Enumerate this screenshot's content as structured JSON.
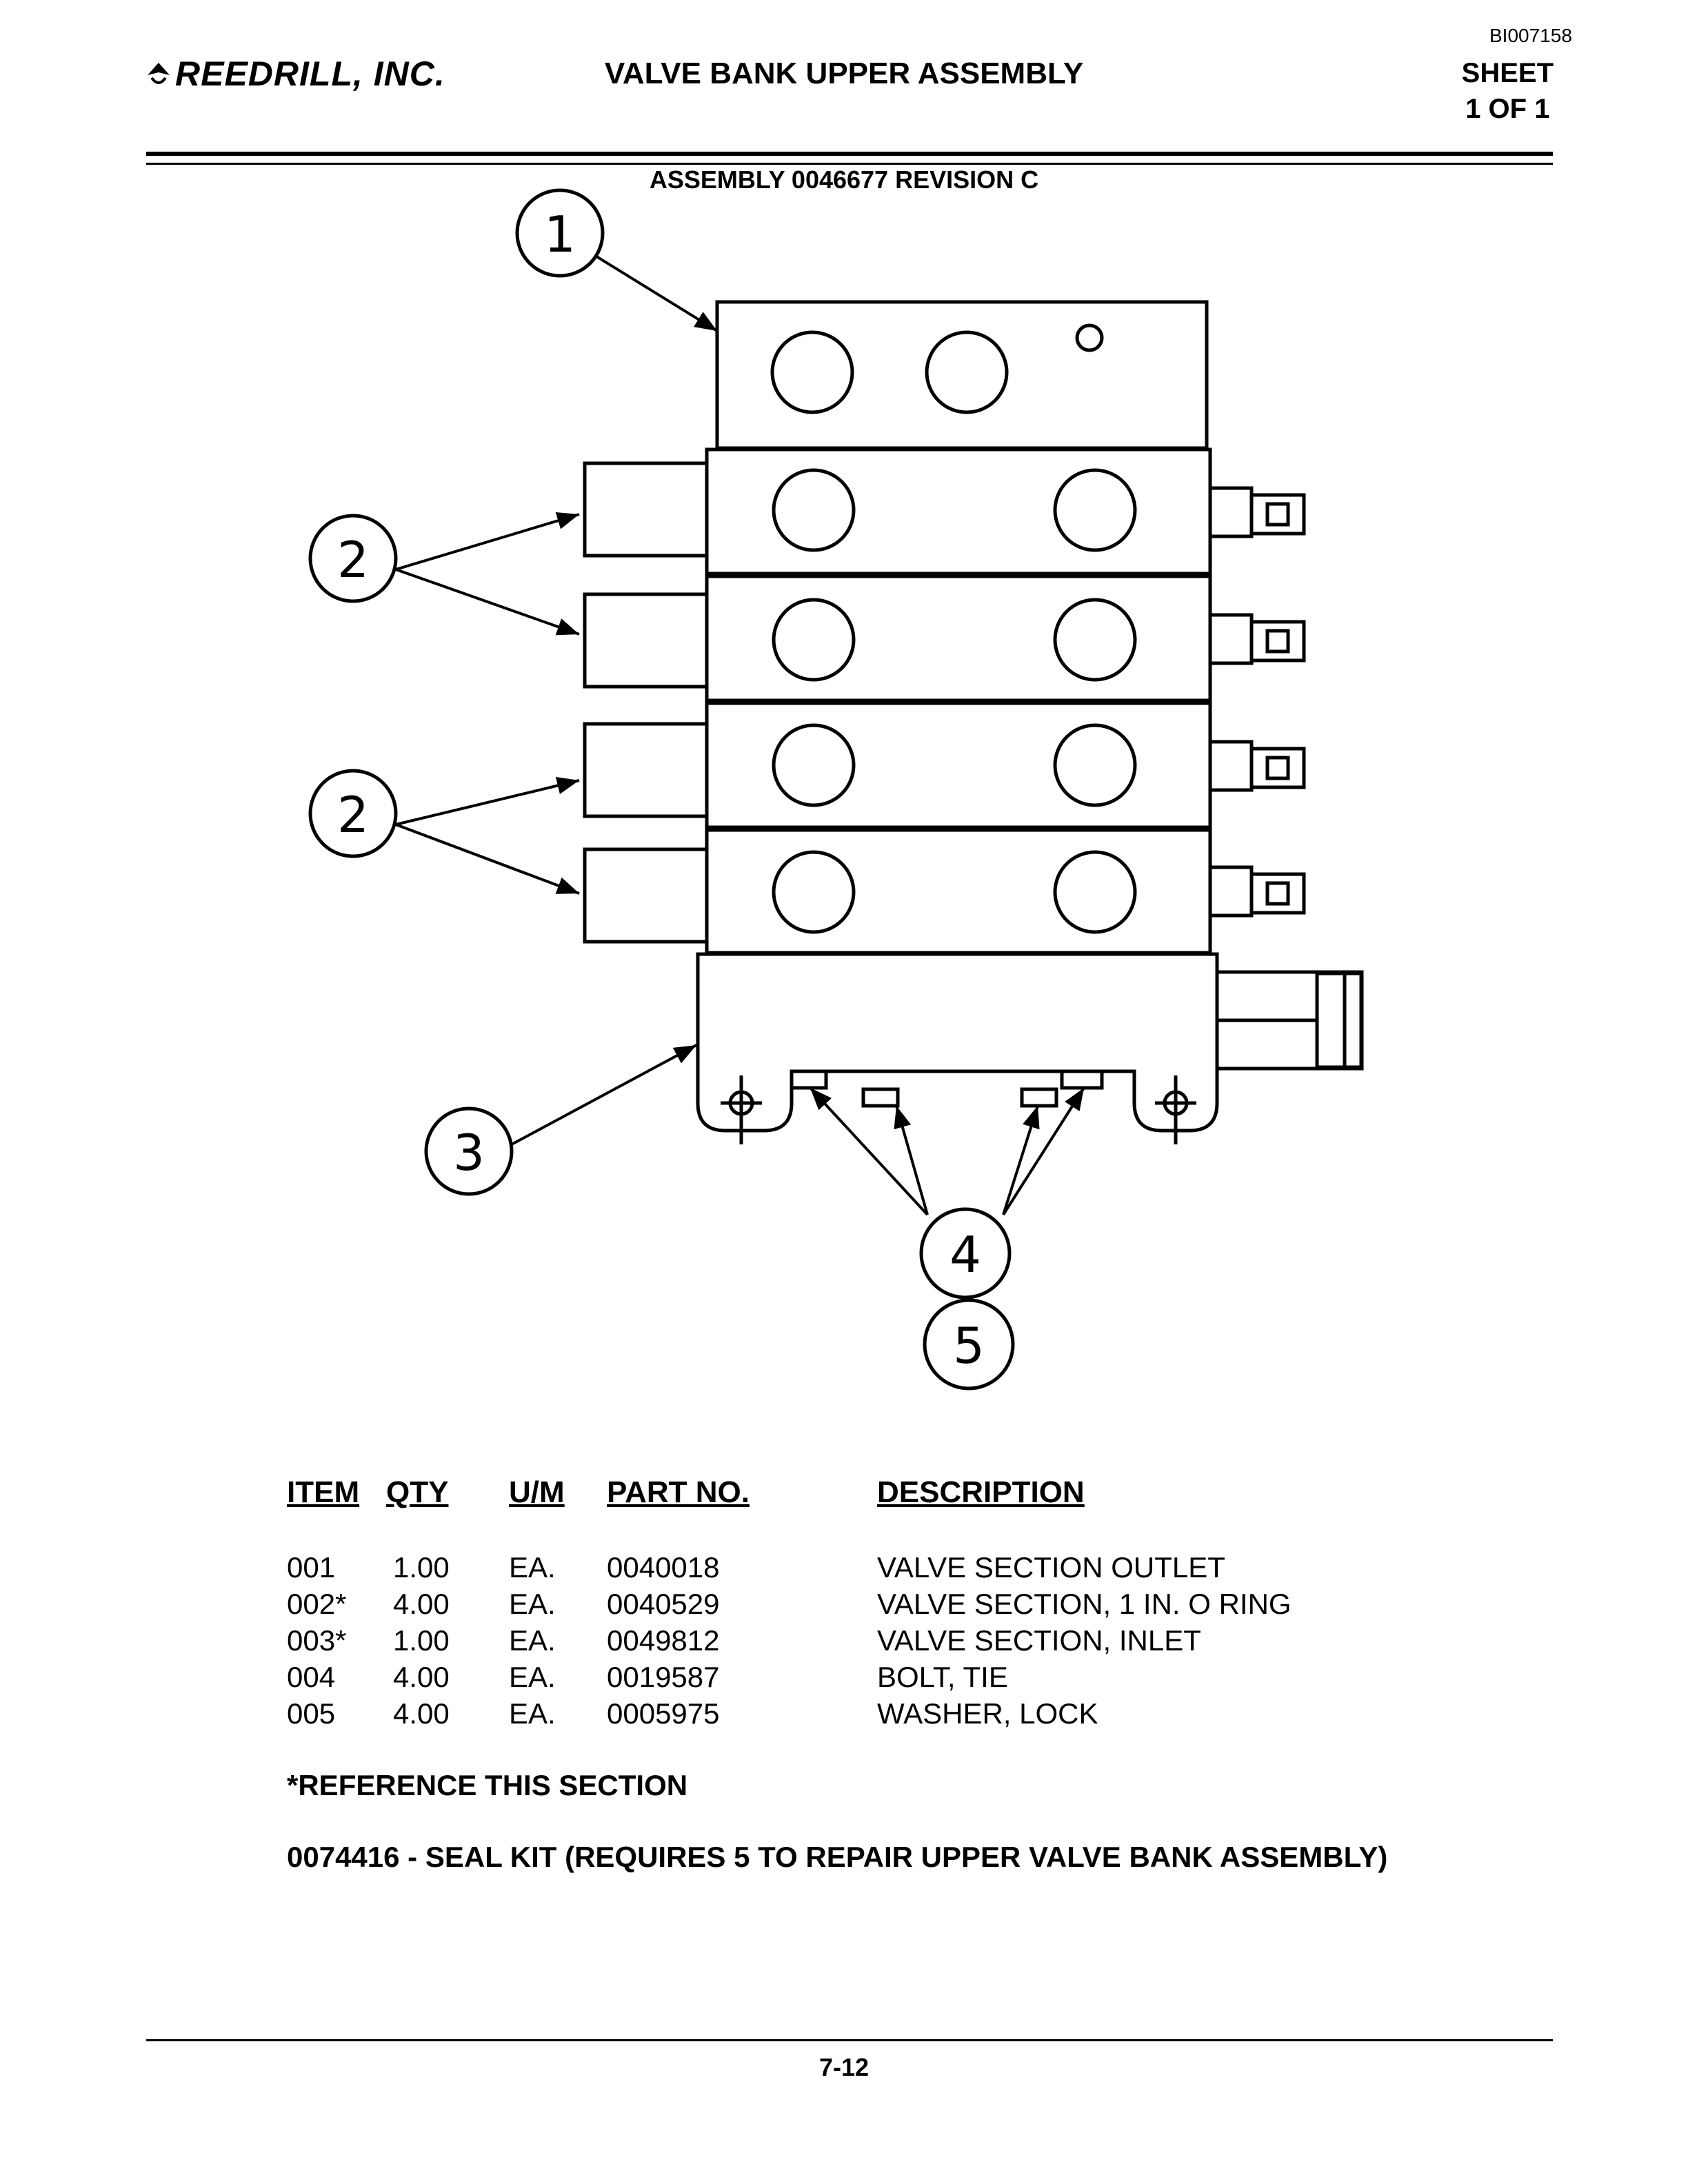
{
  "header": {
    "doc_id": "BI007158",
    "company": "REEDRILL, INC.",
    "title": "VALVE BANK UPPER ASSEMBLY",
    "sheet_label": "SHEET",
    "sheet_value": "1 OF 1"
  },
  "assembly_line": "ASSEMBLY 0046677 REVISION C",
  "callouts": [
    "1",
    "2",
    "2",
    "3",
    "4",
    "5"
  ],
  "parts_table": {
    "headers": {
      "item": "ITEM",
      "qty": "QTY",
      "um": "U/M",
      "part_no": "PART NO.",
      "description": "DESCRIPTION"
    },
    "rows": [
      {
        "item": "001",
        "qty": "1.00",
        "um": "EA.",
        "part_no": "0040018",
        "description": "VALVE SECTION OUTLET"
      },
      {
        "item": "002*",
        "qty": "4.00",
        "um": "EA.",
        "part_no": "0040529",
        "description": "VALVE SECTION, 1 IN. O RING"
      },
      {
        "item": "003*",
        "qty": "1.00",
        "um": "EA.",
        "part_no": "0049812",
        "description": "VALVE SECTION, INLET"
      },
      {
        "item": "004",
        "qty": "4.00",
        "um": "EA.",
        "part_no": "0019587",
        "description": "BOLT, TIE"
      },
      {
        "item": "005",
        "qty": "4.00",
        "um": "EA.",
        "part_no": "0005975",
        "description": "WASHER, LOCK"
      }
    ]
  },
  "notes": {
    "reference": "*REFERENCE THIS SECTION",
    "seal_kit": "0074416 - SEAL KIT (REQUIRES 5 TO REPAIR UPPER VALVE BANK ASSEMBLY)"
  },
  "footer": {
    "page_number": "7-12"
  }
}
